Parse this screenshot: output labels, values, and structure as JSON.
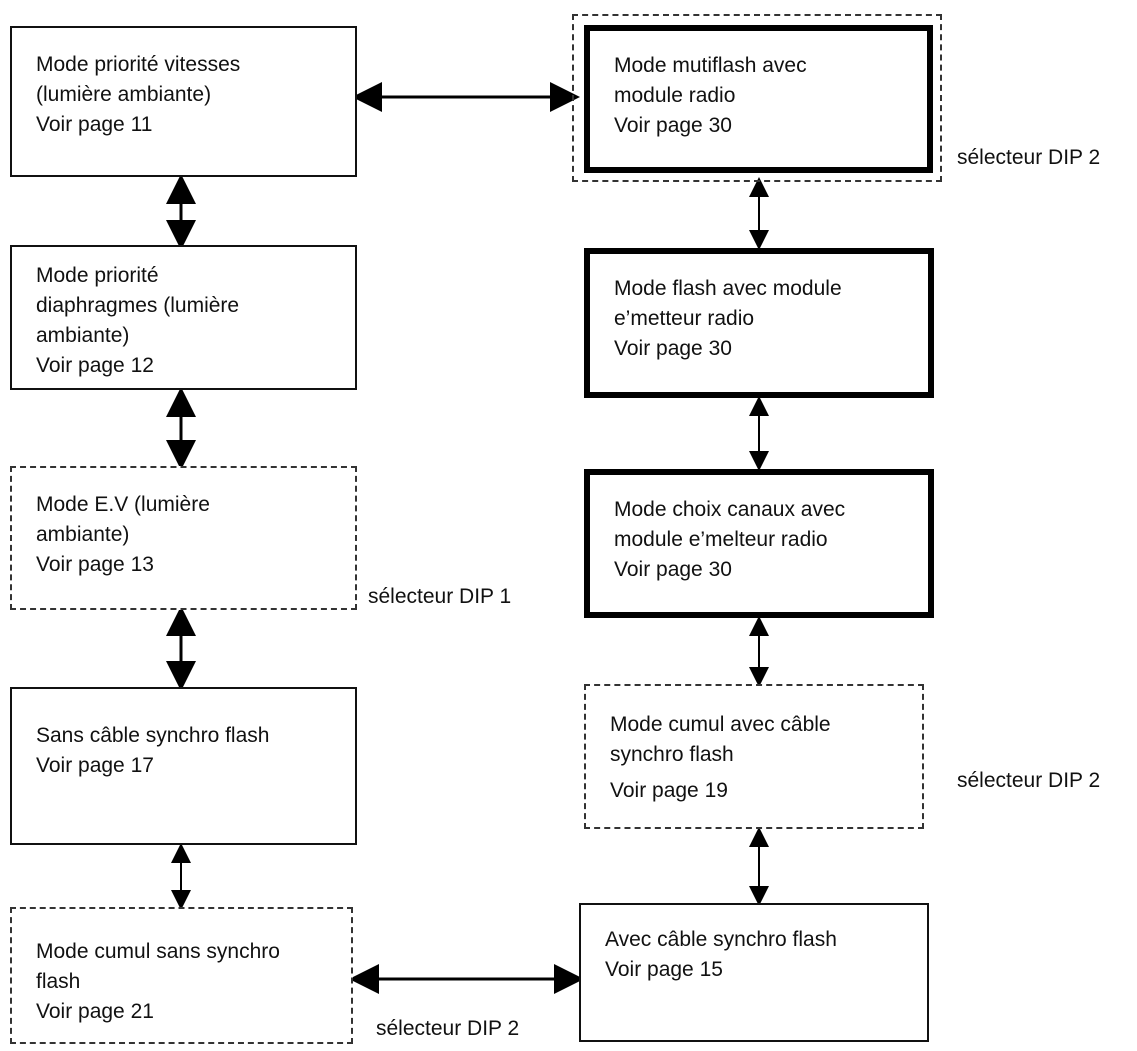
{
  "left_column": {
    "shutter_priority": [
      "Mode priorité vitesses",
      "(lumière ambiante)",
      "Voir page 11"
    ],
    "aperture_priority": [
      "Mode priorité",
      "diaphragmes (lumière",
      "ambiante)",
      "Voir page 12"
    ],
    "ev_mode": [
      "Mode E.V (lumière",
      "ambiante)",
      "Voir page 13"
    ],
    "no_sync_cable": [
      "Sans câble synchro flash",
      "Voir page 17"
    ],
    "cumul_no_sync": [
      "Mode cumul sans synchro",
      "flash",
      "Voir page 21"
    ]
  },
  "right_column": {
    "multiflash_radio": [
      "Mode mutiflash avec",
      "module radio",
      "Voir page 30"
    ],
    "flash_radio_transmitter": [
      "Mode flash avec module",
      "e’metteur radio",
      "Voir page 30"
    ],
    "channel_select_radio": [
      "Mode choix canaux avec",
      "module e’melteur radio",
      "Voir page 30"
    ],
    "cumul_sync_cable": [
      "Mode cumul avec câble",
      "synchro flash",
      "Voir page 19"
    ],
    "with_sync_cable": [
      "Avec câble synchro flash",
      "Voir page 15"
    ]
  },
  "captions": {
    "dip1": "sélecteur DIP 1",
    "dip2_top_right": "sélecteur DIP 2",
    "dip2_mid_right": "sélecteur DIP 2",
    "dip2_bottom": "sélecteur DIP 2"
  }
}
